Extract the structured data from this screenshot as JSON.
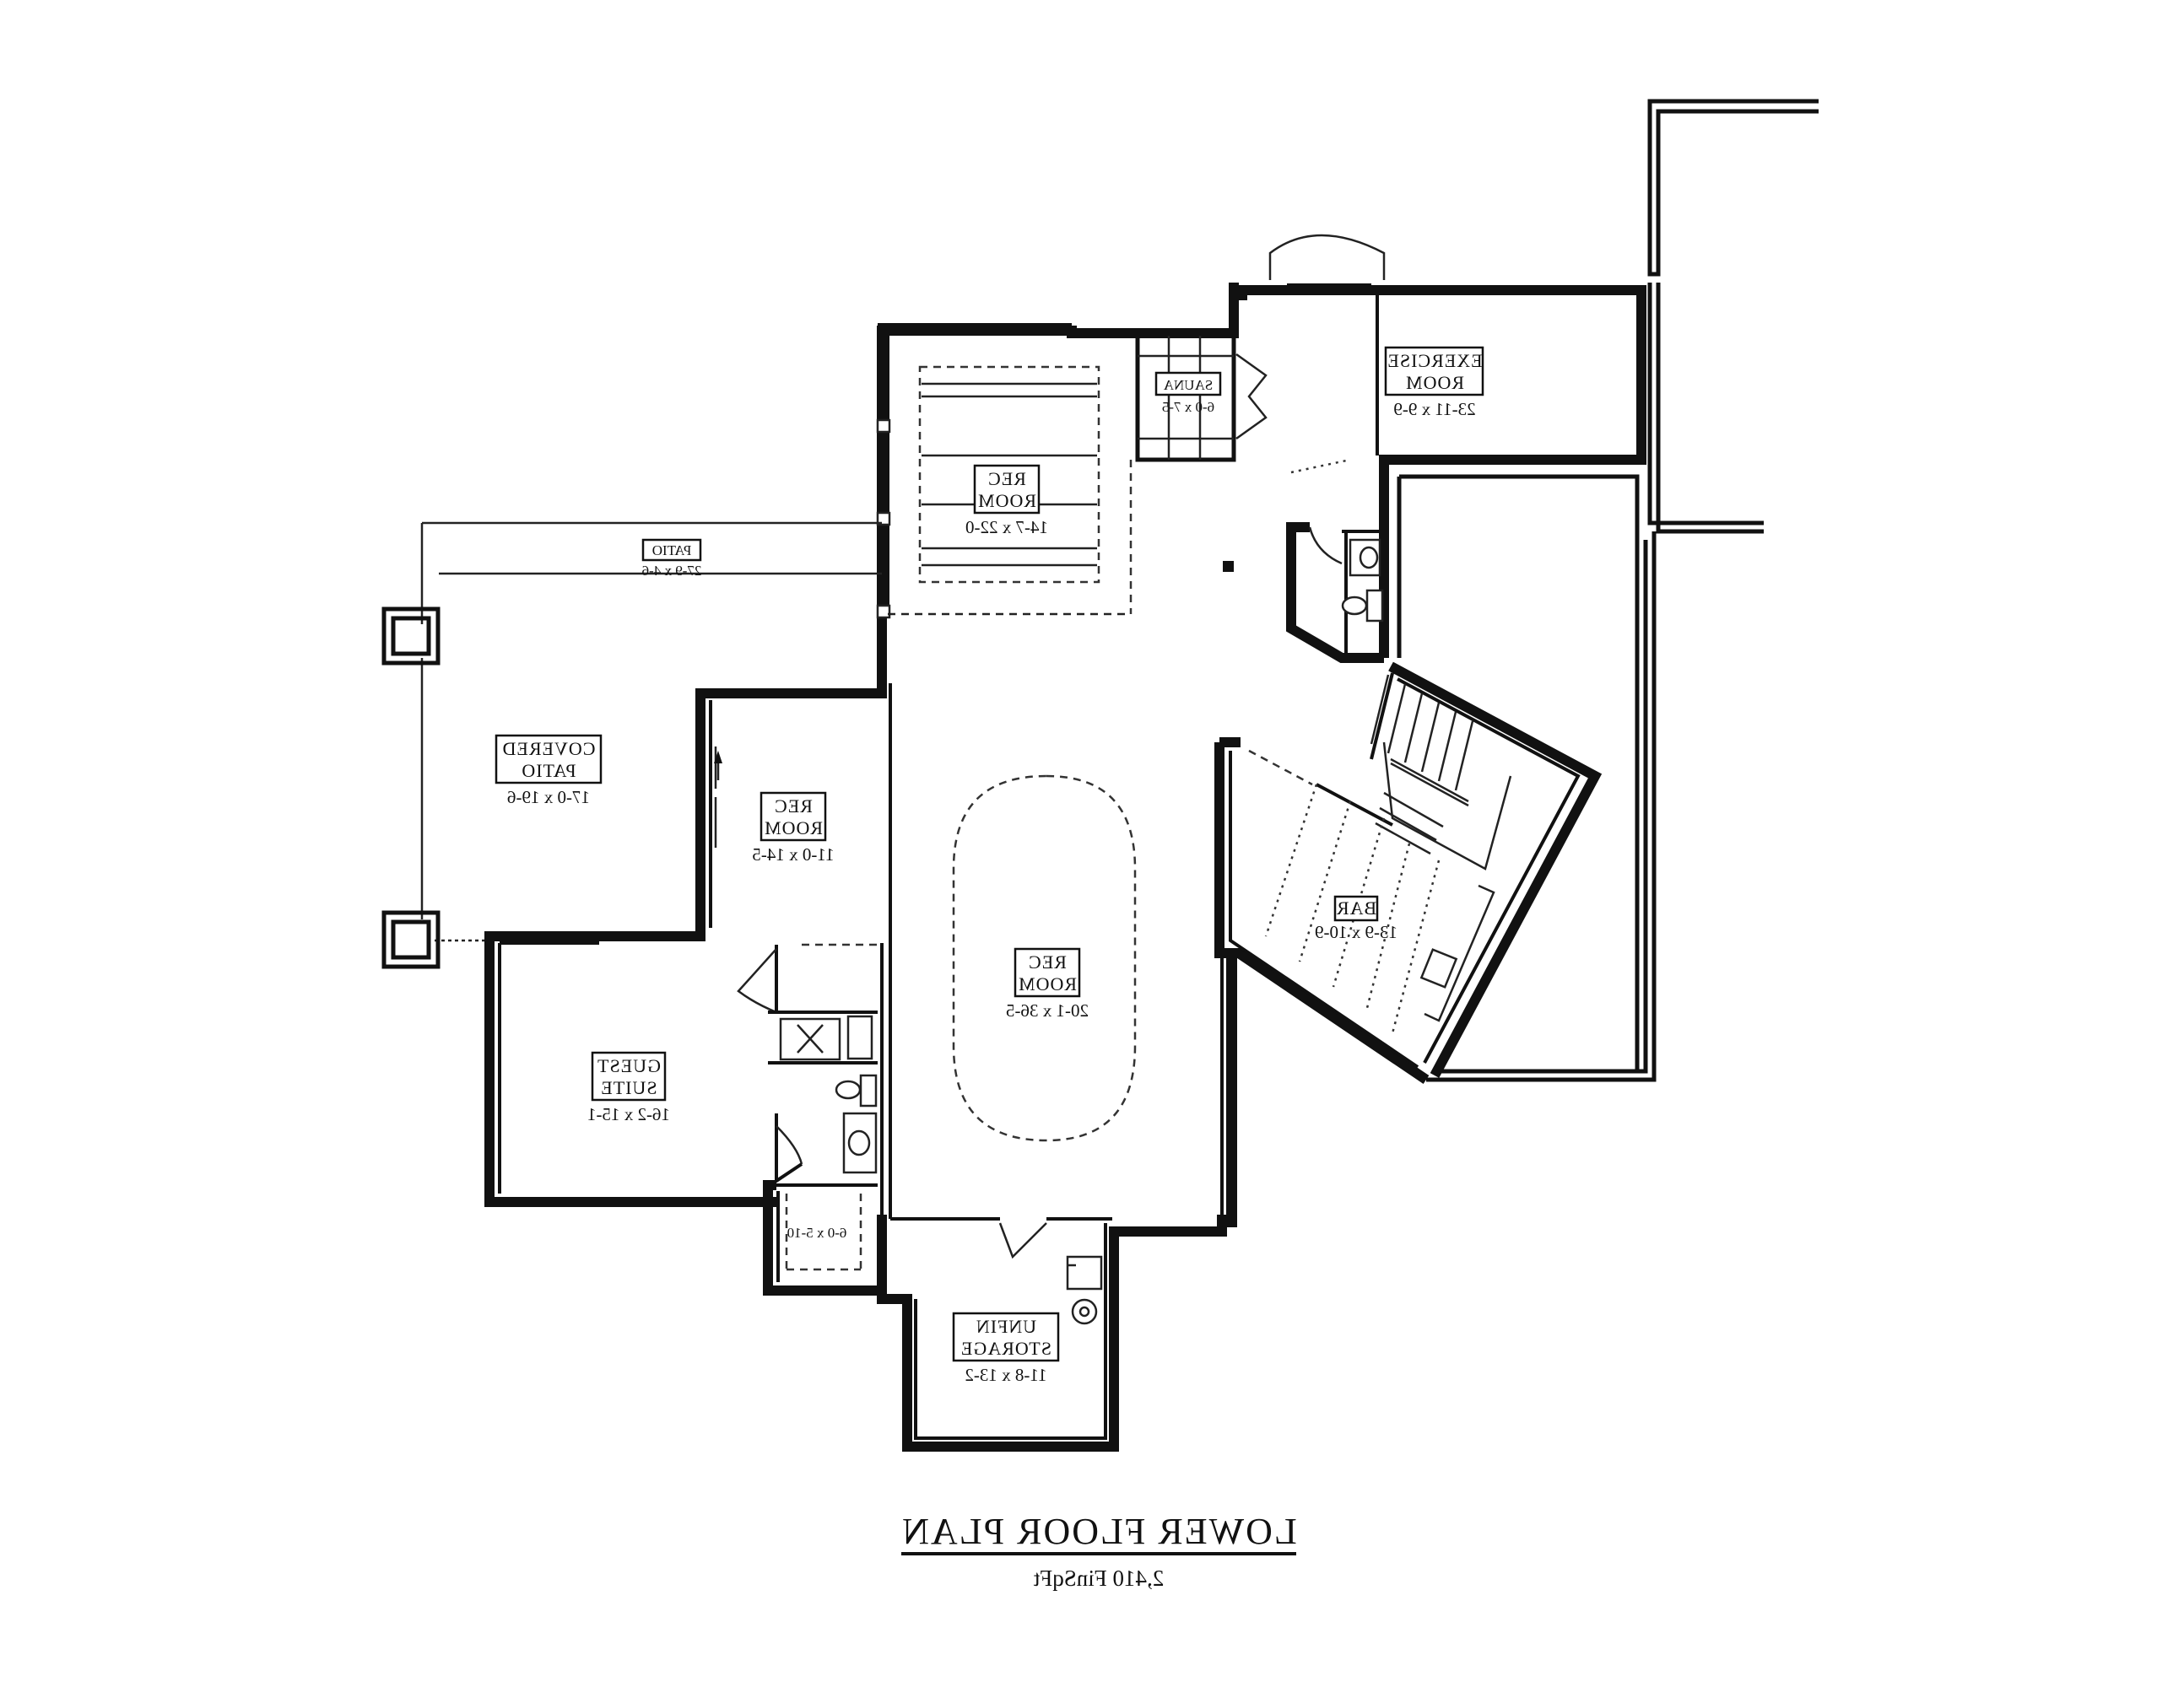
{
  "plan": {
    "title": "LOWER FLOOR PLAN",
    "area": "2,410 FinSqFt"
  },
  "rooms": {
    "exercise": {
      "name_1": "EXERCISE",
      "name_2": "ROOM",
      "dims": "23-11 x 9-9"
    },
    "sauna": {
      "name": "SAUNA",
      "dims": "6-0 x 7-5"
    },
    "rec_top": {
      "name_1": "REC",
      "name_2": "ROOM",
      "dims": "14-7 x 22-0"
    },
    "patio": {
      "name": "PATIO",
      "dims": "27-9 x 4-6"
    },
    "covered_patio": {
      "name_1": "COVERED",
      "name_2": "PATIO",
      "dims": "17-0 x 19-6"
    },
    "rec_left": {
      "name_1": "REC",
      "name_2": "ROOM",
      "dims": "11-0 x 14-5"
    },
    "rec_main": {
      "name_1": "REC",
      "name_2": "ROOM",
      "dims": "20-1 x 36-5"
    },
    "bar": {
      "name": "BAR",
      "dims": "13-9 x 10-9"
    },
    "guest_suite": {
      "name_1": "GUEST",
      "name_2": "SUITE",
      "dims": "16-2 x 15-1"
    },
    "closet": {
      "dims": "6-0 x 5-10"
    },
    "storage": {
      "name_1": "UNFIN",
      "name_2": "STORAGE",
      "dims": "11-8 x 13-2"
    }
  }
}
